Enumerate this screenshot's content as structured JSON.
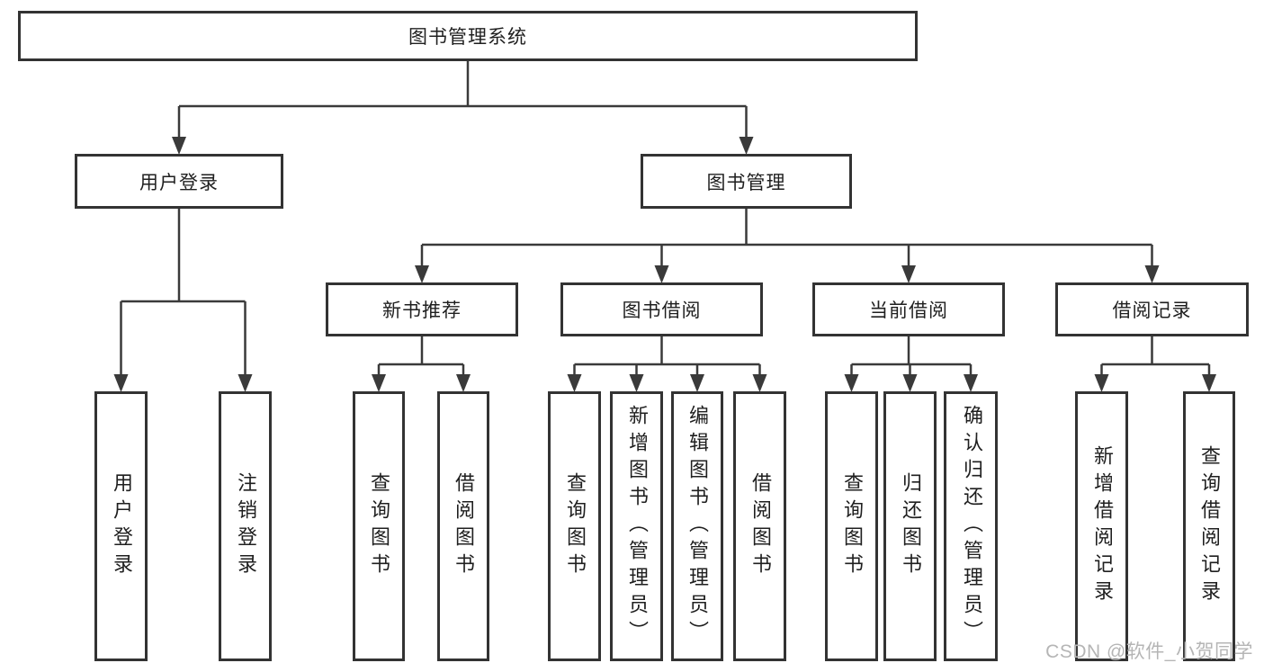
{
  "diagram": {
    "type": "tree",
    "root": {
      "label": "图书管理系统",
      "children": [
        {
          "label": "用户登录",
          "children": [
            {
              "label": "用户登录"
            },
            {
              "label": "注销登录"
            }
          ]
        },
        {
          "label": "图书管理",
          "children": [
            {
              "label": "新书推荐",
              "children": [
                {
                  "label": "查询图书"
                },
                {
                  "label": "借阅图书"
                }
              ]
            },
            {
              "label": "图书借阅",
              "children": [
                {
                  "label": "查询图书"
                },
                {
                  "label": "新增图书（管理员）"
                },
                {
                  "label": "编辑图书（管理员）"
                },
                {
                  "label": "借阅图书"
                }
              ]
            },
            {
              "label": "当前借阅",
              "children": [
                {
                  "label": "查询图书"
                },
                {
                  "label": "归还图书"
                },
                {
                  "label": "确认归还（管理员）"
                }
              ]
            },
            {
              "label": "借阅记录",
              "children": [
                {
                  "label": "新增借阅记录"
                },
                {
                  "label": "查询借阅记录"
                }
              ]
            }
          ]
        }
      ]
    }
  },
  "watermark": {
    "text": "CSDN @软件_小贺同学"
  },
  "colors": {
    "box_border": "#333333",
    "connector_line": "#3a3a3a",
    "text": "#1f1f1f",
    "watermark": "#b5b5b5",
    "background": "#ffffff"
  }
}
